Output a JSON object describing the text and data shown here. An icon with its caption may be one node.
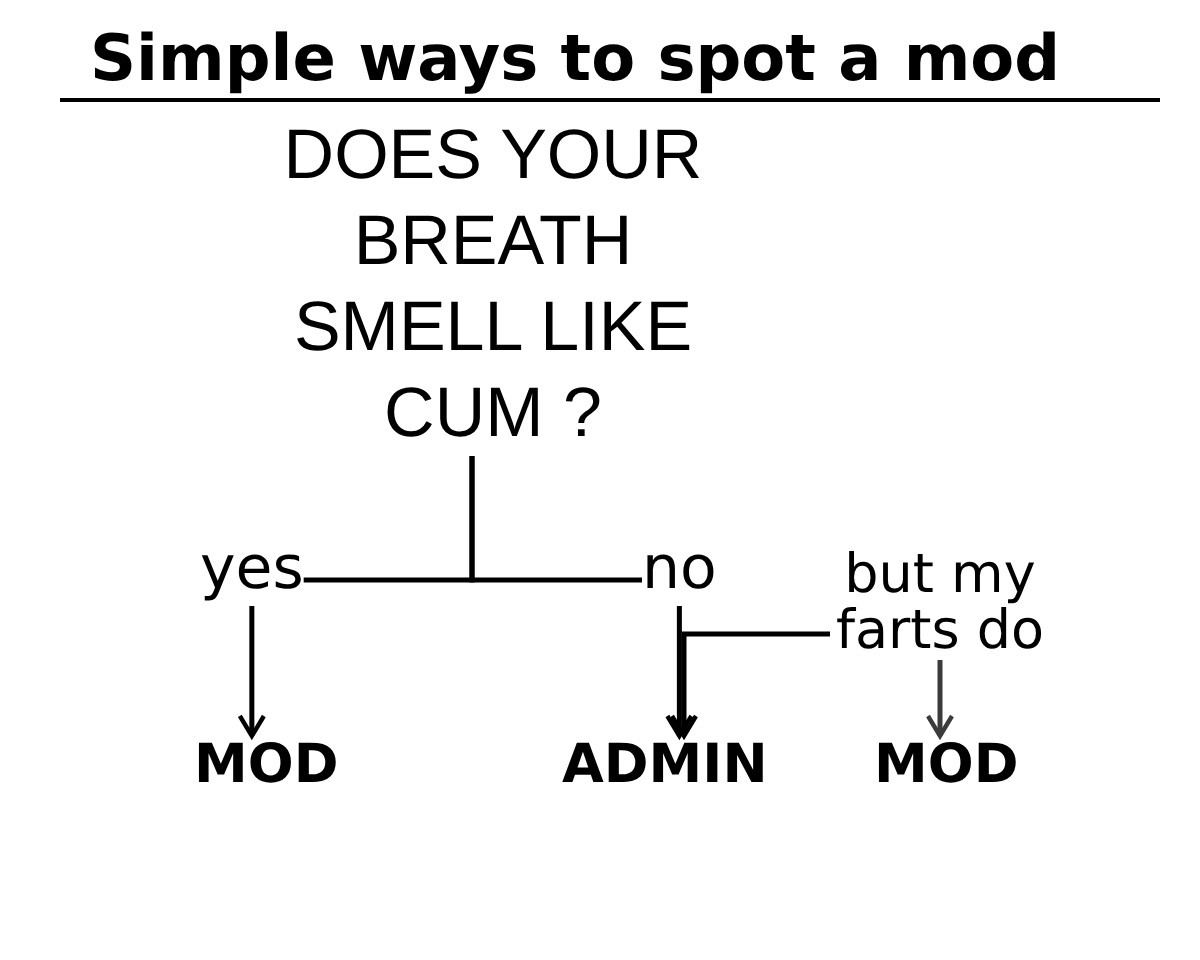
{
  "diagram": {
    "title": "Simple ways to spot a mod",
    "nodes": [
      {
        "text": [
          "DOES YOUR BREATH SMELL LIKE CUM ?"
        ]
      },
      {
        "text": [
          "yes"
        ]
      },
      {
        "text": [
          "no"
        ]
      },
      {
        "text": [
          "but my farts do"
        ]
      },
      {
        "text": [
          "MOD"
        ]
      },
      {
        "text": [
          "ADMIN"
        ]
      },
      {
        "text": [
          "MOD"
        ]
      }
    ],
    "edges": [
      {
        "from": 0,
        "to": 1,
        "arrow": "none"
      },
      {
        "from": 0,
        "to": 2,
        "arrow": "none"
      },
      {
        "from": 1,
        "to": 4,
        "arrow": "to"
      },
      {
        "from": 2,
        "to": 5,
        "arrow": "to"
      },
      {
        "from": 3,
        "to": 5,
        "arrow": "to"
      },
      {
        "from": 3,
        "to": 6,
        "arrow": "to",
        "color": "#3c3c3c"
      }
    ]
  }
}
